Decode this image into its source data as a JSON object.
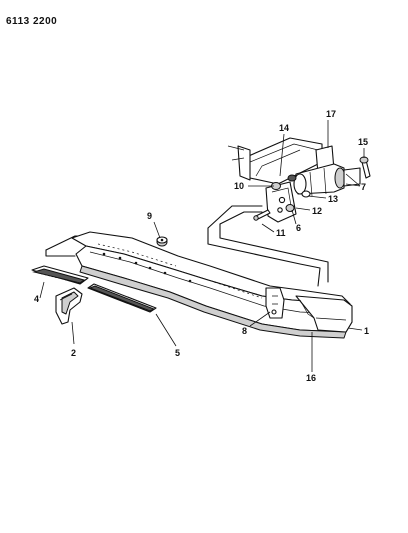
{
  "diagram": {
    "code": "6113 2200",
    "callouts": [
      {
        "id": "c1",
        "text": "1"
      },
      {
        "id": "c2",
        "text": "2"
      },
      {
        "id": "c4",
        "text": "4"
      },
      {
        "id": "c5",
        "text": "5"
      },
      {
        "id": "c6",
        "text": "6"
      },
      {
        "id": "c7",
        "text": "7"
      },
      {
        "id": "c8",
        "text": "8"
      },
      {
        "id": "c9",
        "text": "9"
      },
      {
        "id": "c10",
        "text": "10"
      },
      {
        "id": "c11",
        "text": "11"
      },
      {
        "id": "c12",
        "text": "12"
      },
      {
        "id": "c13",
        "text": "13"
      },
      {
        "id": "c14",
        "text": "14"
      },
      {
        "id": "c15",
        "text": "15"
      },
      {
        "id": "c16",
        "text": "16"
      },
      {
        "id": "c17",
        "text": "17"
      }
    ]
  }
}
